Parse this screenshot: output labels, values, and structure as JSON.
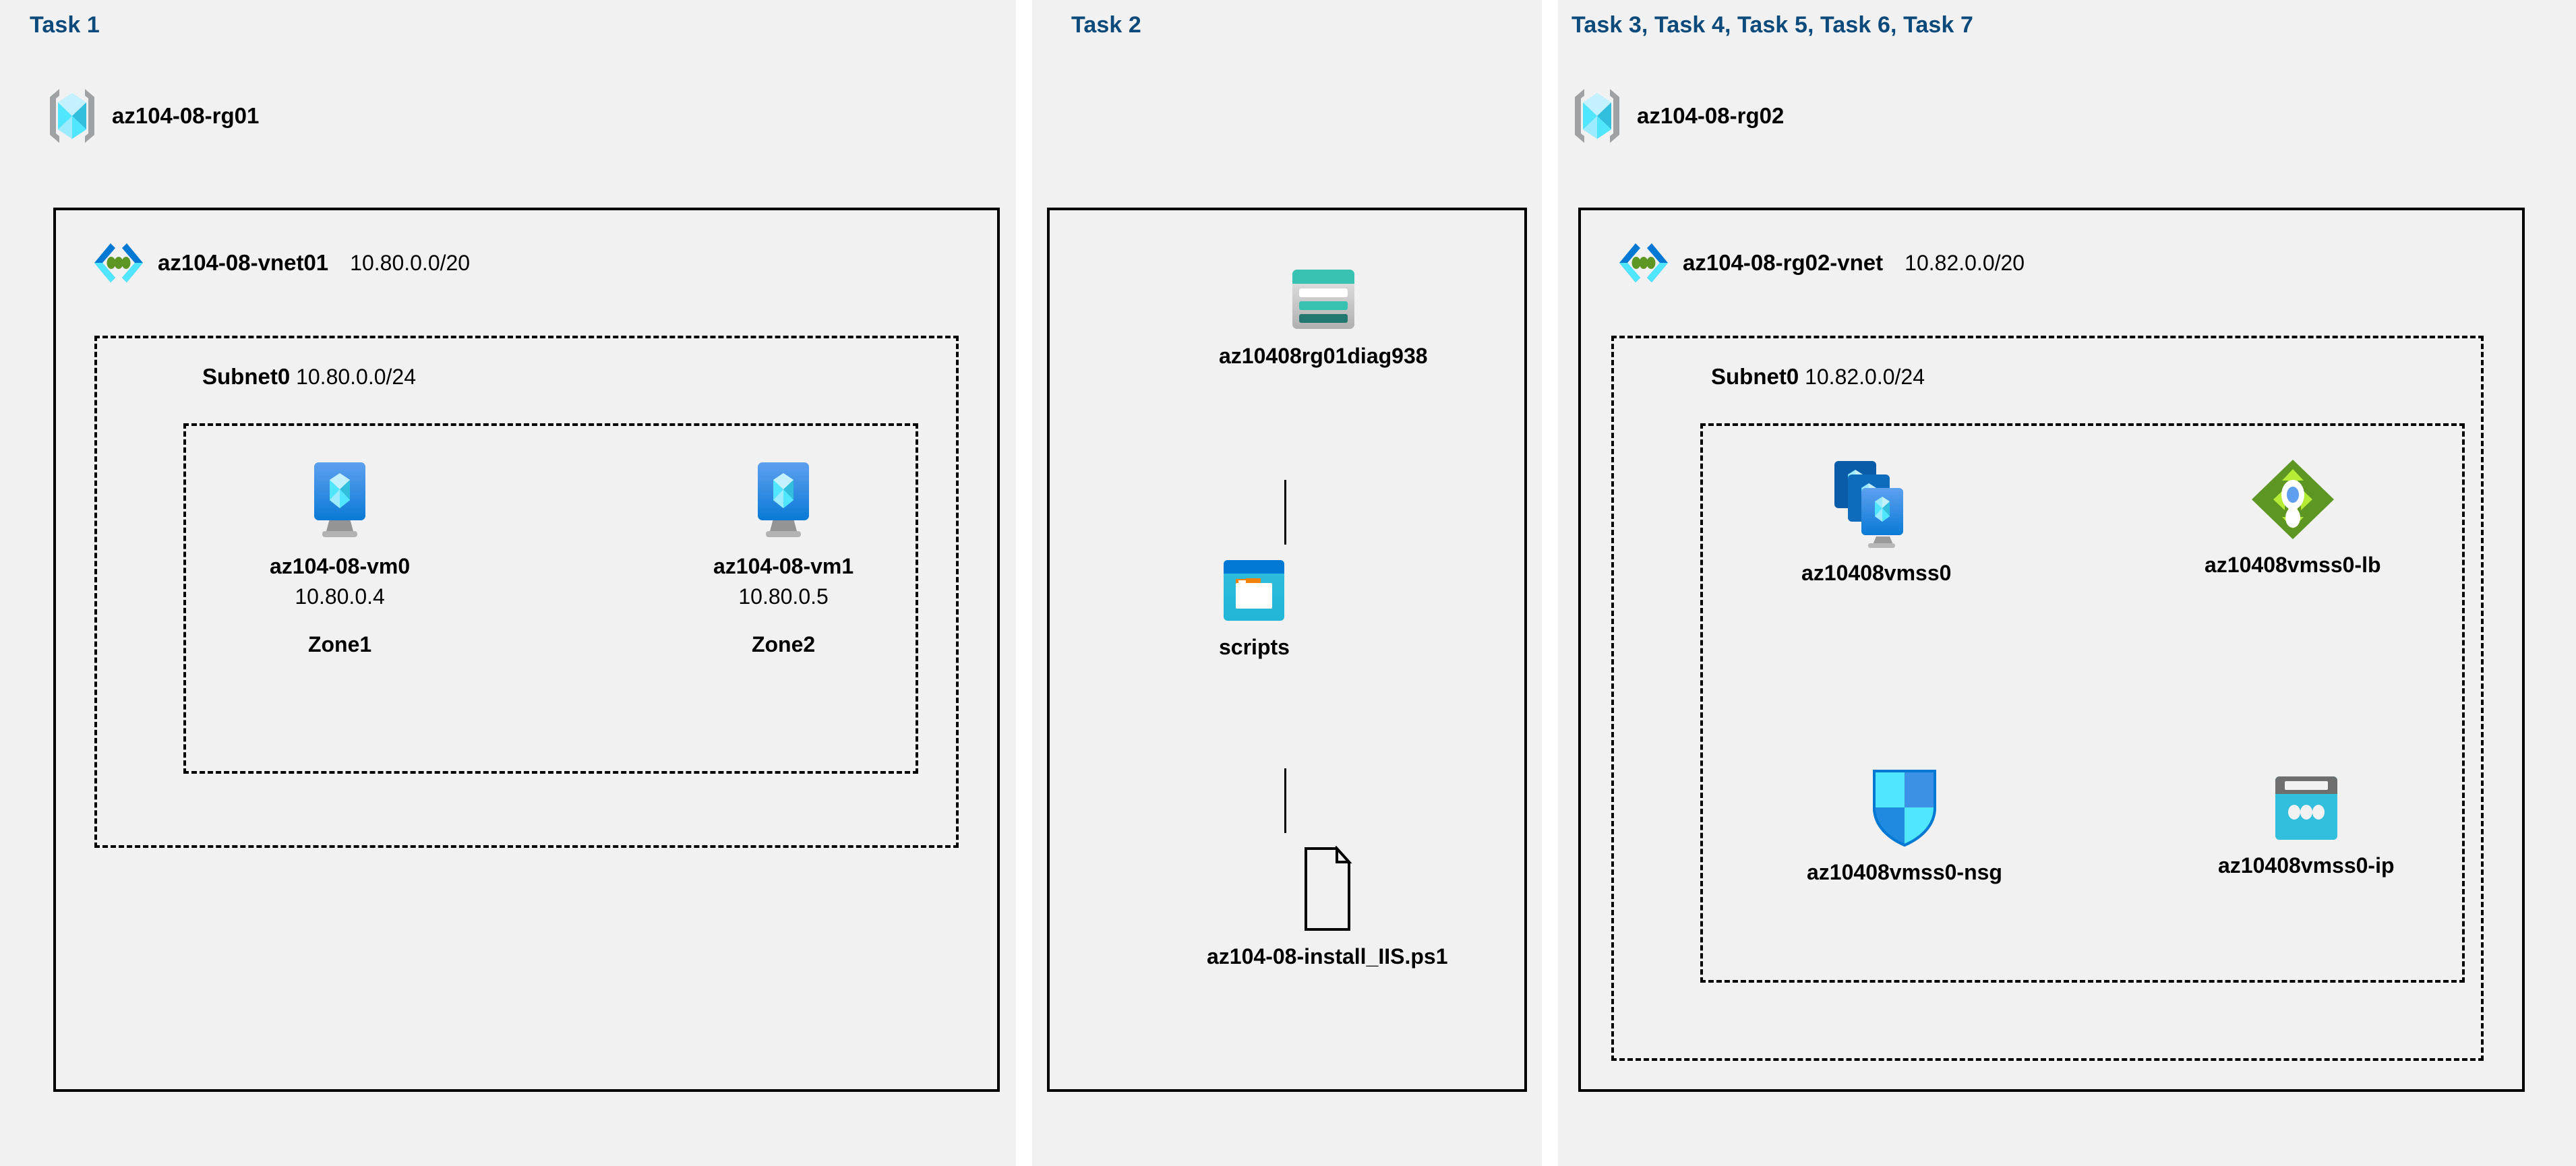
{
  "columns": [
    {
      "id": "task1",
      "heading": "Task 1"
    },
    {
      "id": "task2",
      "heading": "Task 2"
    },
    {
      "id": "task3",
      "heading": "Task 3, Task 4, Task 5, Task 6, Task 7"
    }
  ],
  "resource_groups": [
    {
      "name": "az104-08-rg01",
      "icon": "resource-group-icon"
    },
    {
      "name": "az104-08-rg02",
      "icon": "resource-group-icon"
    }
  ],
  "vnets": [
    {
      "name": "az104-08-vnet01",
      "cidr": "10.80.0.0/20",
      "icon": "virtual-network-icon"
    },
    {
      "name": "az104-08-rg02-vnet",
      "cidr": "10.82.0.0/20",
      "icon": "virtual-network-icon"
    }
  ],
  "subnets": [
    {
      "name": "Subnet0",
      "cidr": "10.80.0.0/24"
    },
    {
      "name": "Subnet0",
      "cidr": "10.82.0.0/24"
    }
  ],
  "vms": [
    {
      "name": "az104-08-vm0",
      "ip": "10.80.0.4",
      "zone": "Zone1",
      "icon": "virtual-machine-icon"
    },
    {
      "name": "az104-08-vm1",
      "ip": "10.80.0.5",
      "zone": "Zone2",
      "icon": "virtual-machine-icon"
    }
  ],
  "storage": {
    "account": {
      "name": "az10408rg01diag938",
      "icon": "storage-account-icon"
    },
    "container": {
      "name": "scripts",
      "icon": "blob-container-icon"
    },
    "file": {
      "name": "az104-08-install_IIS.ps1",
      "icon": "file-document-icon"
    }
  },
  "scale_set_resources": [
    {
      "name": "az10408vmss0",
      "icon": "vm-scale-set-icon"
    },
    {
      "name": "az10408vmss0-lb",
      "icon": "load-balancer-icon"
    },
    {
      "name": "az10408vmss0-nsg",
      "icon": "network-security-group-icon"
    },
    {
      "name": "az10408vmss0-ip",
      "icon": "public-ip-address-icon"
    }
  ],
  "colors": {
    "panel_background": "#f1f1f1",
    "page_background": "#ffffff",
    "task_heading": "#0c4a7c",
    "border": "#000000",
    "azure_blue": "#0078d4",
    "cyan": "#32bedd",
    "light_cyan": "#9cebff",
    "teal": "#37c2b1",
    "dark_teal": "#22786f",
    "green": "#5e9624",
    "light_green": "#b4ec36",
    "grey_bracket": "#a0a1a2"
  }
}
